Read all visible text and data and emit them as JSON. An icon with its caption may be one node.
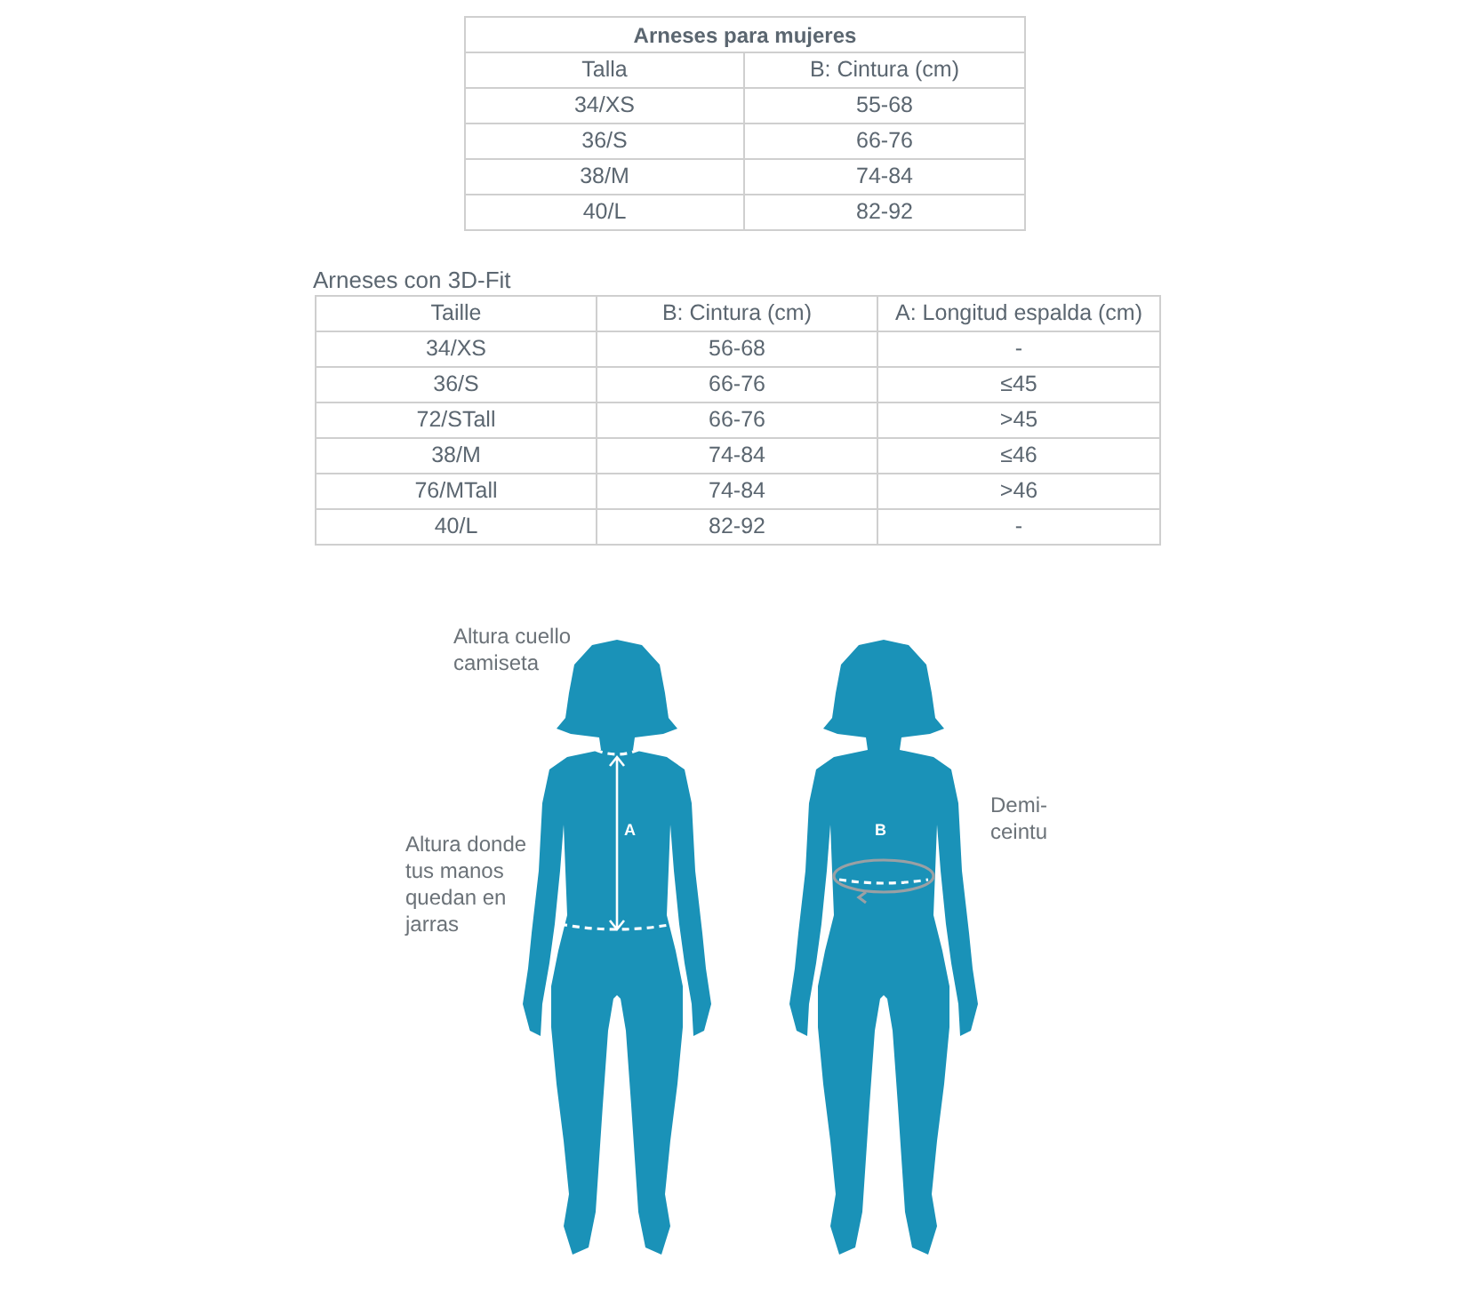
{
  "diagram": {
    "labels": [
      "Arneses para mujeres",
      "Talla",
      "B: Cintura (cm)",
      "34/XS",
      "55-68",
      "36/S",
      "66-76",
      "38/M",
      "74-84",
      "40/L",
      "82-92",
      "Arneses con 3D-Fit",
      "Taille",
      "B: Cintura (cm)",
      "A: Longitud espalda (cm)",
      "34/XS",
      "56-68",
      "-",
      "36/S",
      "66-76",
      "≤45",
      "72/STall",
      "66-76",
      ">45",
      "38/M",
      "74-84",
      "≤46",
      "76/MTall",
      "74-84",
      ">46",
      "40/L",
      "82-92",
      "-",
      "Altura cuello camiseta",
      "Altura donde tus manos quedan en jarras",
      "A",
      "B",
      "Demi-ceintu"
    ]
  }
}
